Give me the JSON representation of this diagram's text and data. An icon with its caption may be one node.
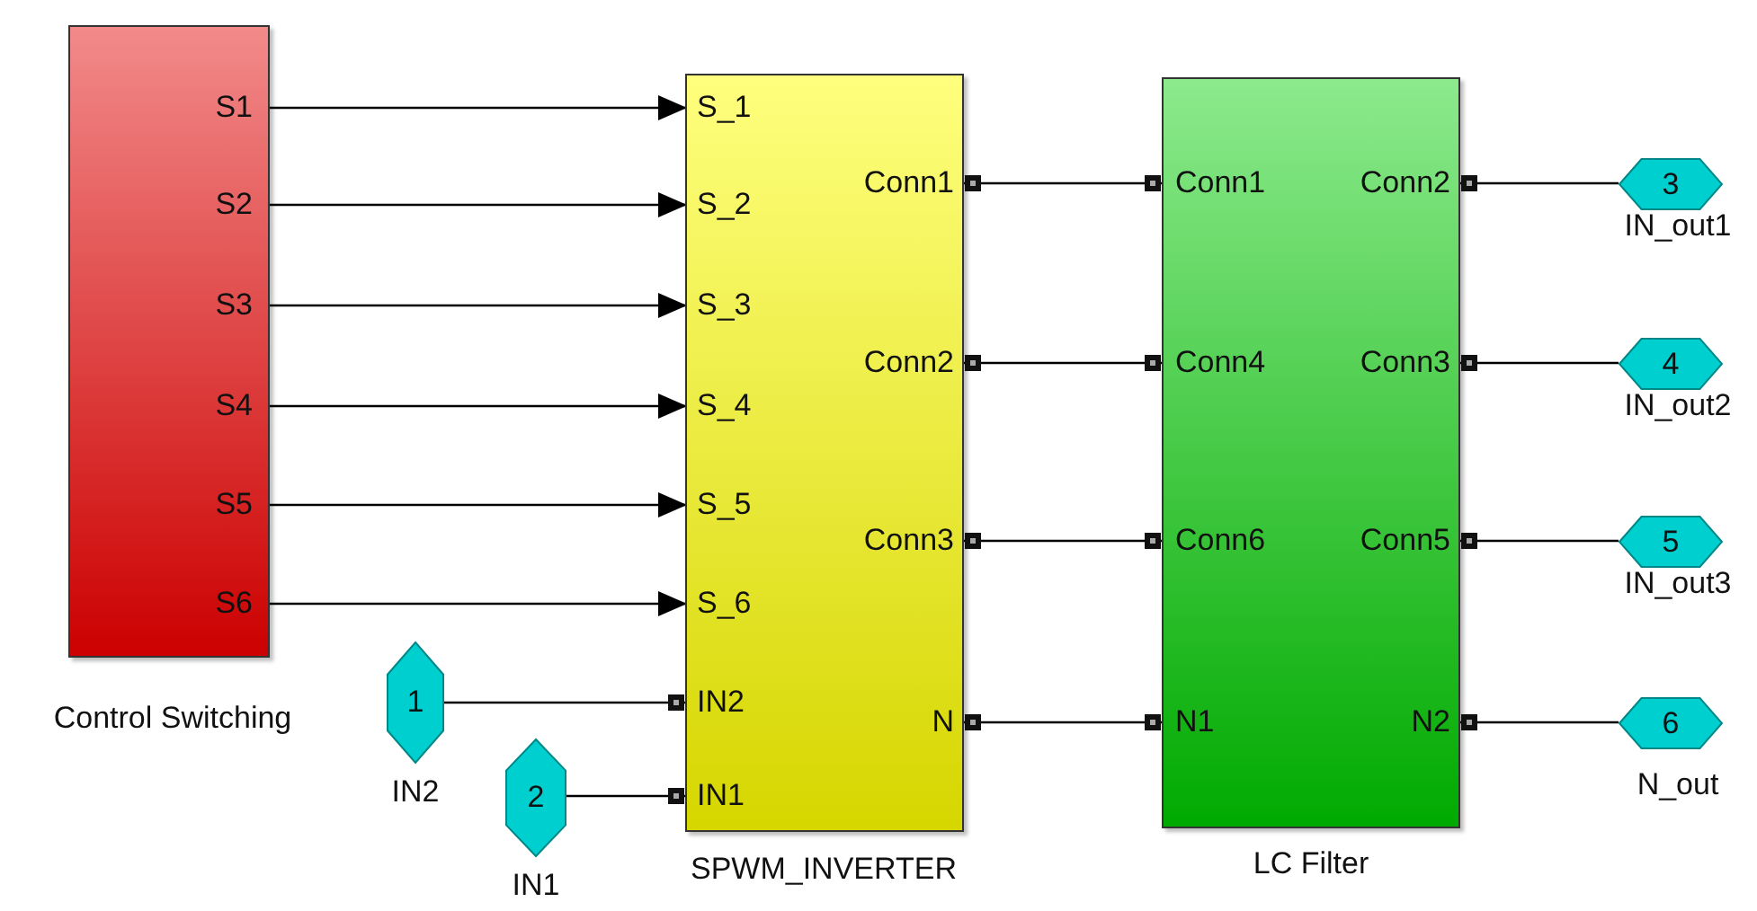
{
  "diagram": {
    "nodes": [
      {
        "text": [
          "S1",
          "S2",
          "S3",
          "S4",
          "S5",
          "S6"
        ],
        "beside": [
          "Control Switching"
        ]
      },
      {
        "text": [
          "S_1",
          "S_2",
          "S_3",
          "S_4",
          "S_5",
          "S_6",
          "IN2",
          "IN1",
          "Conn1",
          "Conn2",
          "Conn3",
          "N"
        ],
        "beside": [
          "SPWM_INVERTER"
        ]
      },
      {
        "text": [
          "Conn1",
          "Conn4",
          "Conn6",
          "N1",
          "Conn2",
          "Conn3",
          "Conn5",
          "N2"
        ],
        "beside": [
          "LC Filter"
        ]
      },
      {
        "text": [
          "1"
        ],
        "beside": [
          "IN2"
        ]
      },
      {
        "text": [
          "2"
        ],
        "beside": [
          "IN1"
        ]
      },
      {
        "text": [
          "3"
        ],
        "beside": [
          "IN_out1"
        ]
      },
      {
        "text": [
          "4"
        ],
        "beside": [
          "IN_out2"
        ]
      },
      {
        "text": [
          "5"
        ],
        "beside": [
          "IN_out3"
        ]
      },
      {
        "text": [
          "6"
        ],
        "beside": [
          "N_out"
        ]
      }
    ],
    "edges": [
      {
        "from": 0,
        "to": 1,
        "arrow": "to"
      },
      {
        "from": 0,
        "to": 1,
        "arrow": "to"
      },
      {
        "from": 0,
        "to": 1,
        "arrow": "to"
      },
      {
        "from": 0,
        "to": 1,
        "arrow": "to"
      },
      {
        "from": 0,
        "to": 1,
        "arrow": "to"
      },
      {
        "from": 0,
        "to": 1,
        "arrow": "to"
      },
      {
        "from": 3,
        "to": 1,
        "arrow": "none"
      },
      {
        "from": 4,
        "to": 1,
        "arrow": "none"
      },
      {
        "from": 1,
        "to": 2,
        "arrow": "none"
      },
      {
        "from": 1,
        "to": 2,
        "arrow": "none"
      },
      {
        "from": 1,
        "to": 2,
        "arrow": "none"
      },
      {
        "from": 1,
        "to": 2,
        "arrow": "none"
      },
      {
        "from": 2,
        "to": 5,
        "arrow": "none"
      },
      {
        "from": 2,
        "to": 6,
        "arrow": "none"
      },
      {
        "from": 2,
        "to": 7,
        "arrow": "none"
      },
      {
        "from": 2,
        "to": 8,
        "arrow": "none"
      }
    ]
  }
}
